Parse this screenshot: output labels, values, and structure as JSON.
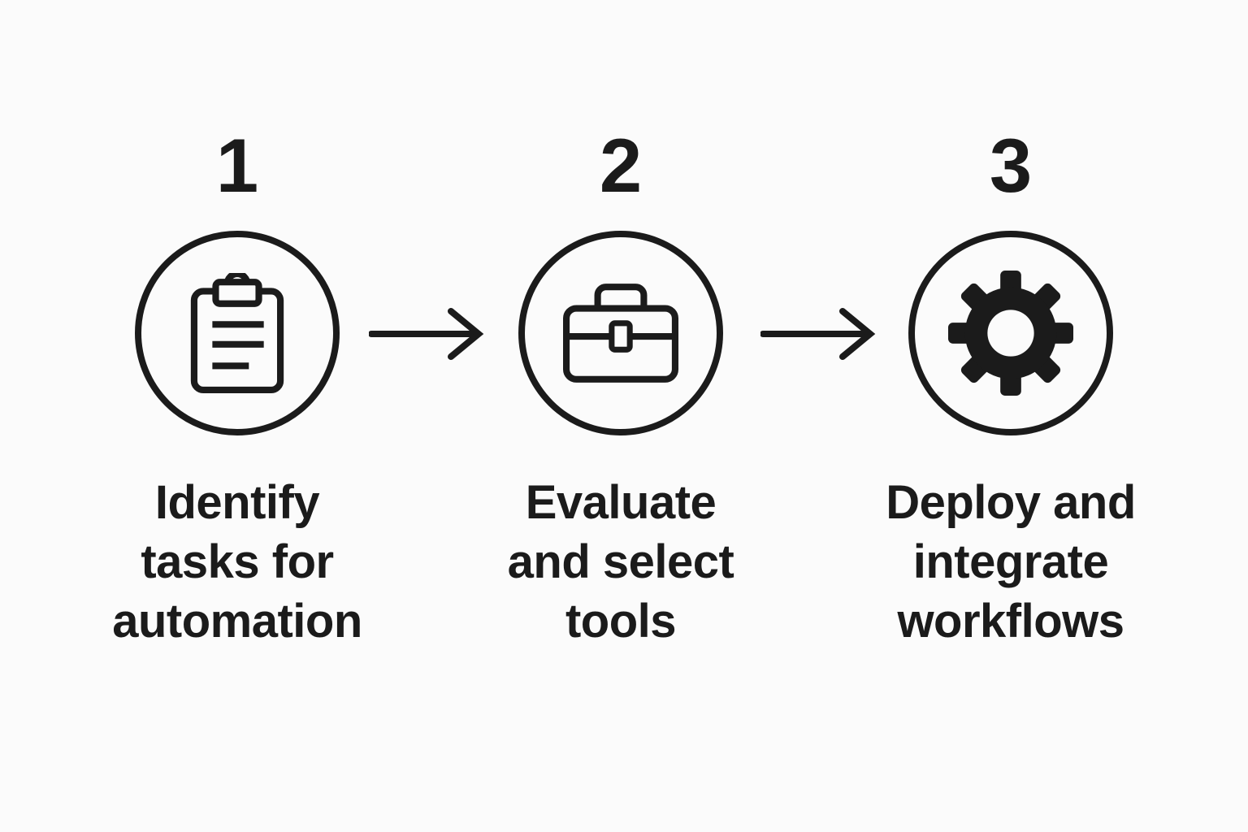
{
  "colors": {
    "ink": "#1b1b1b",
    "background": "#fbfbfb"
  },
  "steps": [
    {
      "number": "1",
      "icon": "clipboard-icon",
      "label": "Identify tasks for automation",
      "lines": [
        "Identify",
        "tasks for",
        "automation"
      ]
    },
    {
      "number": "2",
      "icon": "briefcase-icon",
      "label": "Evaluate and select tools",
      "lines": [
        "Evaluate",
        "and select",
        "tools"
      ]
    },
    {
      "number": "3",
      "icon": "gear-icon",
      "label": "Deploy and integrate workflows",
      "lines": [
        "Deploy and",
        "integrate",
        "workflows"
      ]
    }
  ],
  "connectors": [
    {
      "type": "arrow-right"
    },
    {
      "type": "arrow-right"
    }
  ]
}
